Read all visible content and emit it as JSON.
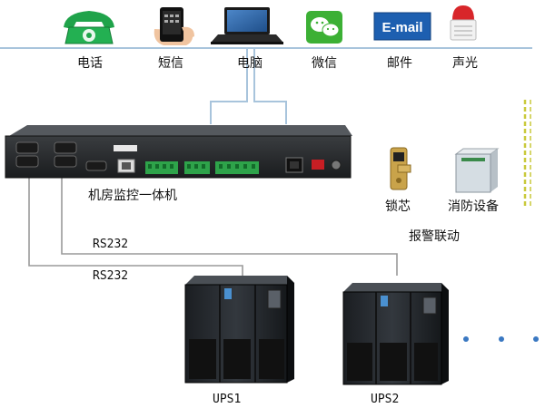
{
  "notify": {
    "items": [
      {
        "label": "电话",
        "icon": "phone-icon"
      },
      {
        "label": "短信",
        "icon": "sms-icon"
      },
      {
        "label": "电脑",
        "icon": "laptop-icon"
      },
      {
        "label": "微信",
        "icon": "wechat-icon"
      },
      {
        "label": "邮件",
        "icon": "email-icon"
      },
      {
        "label": "声光",
        "icon": "siren-icon"
      }
    ],
    "email_text": "E-mail"
  },
  "device": {
    "label": "机房监控一体机",
    "icon": "monitoring-unit-icon",
    "ports": [
      "RS232-1",
      "RS232-2",
      "RS232-3",
      "RS232-4",
      "USB",
      "LAN"
    ]
  },
  "alarm": {
    "items": [
      {
        "label": "锁芯",
        "icon": "lock-icon"
      },
      {
        "label": "消防设备",
        "icon": "fire-equipment-icon"
      }
    ],
    "group_label": "报警联动"
  },
  "links": [
    {
      "label": "RS232"
    },
    {
      "label": "RS232"
    }
  ],
  "ups": [
    {
      "label": "UPS1",
      "icon": "ups-cabinet-icon"
    },
    {
      "label": "UPS2",
      "icon": "ups-cabinet-icon"
    }
  ],
  "colors": {
    "bus_line": "#a8c4dc",
    "alarm_line": "#c9c93a",
    "wire": "#9a9a9a",
    "ellipsis_dots": "#3a78c2"
  }
}
